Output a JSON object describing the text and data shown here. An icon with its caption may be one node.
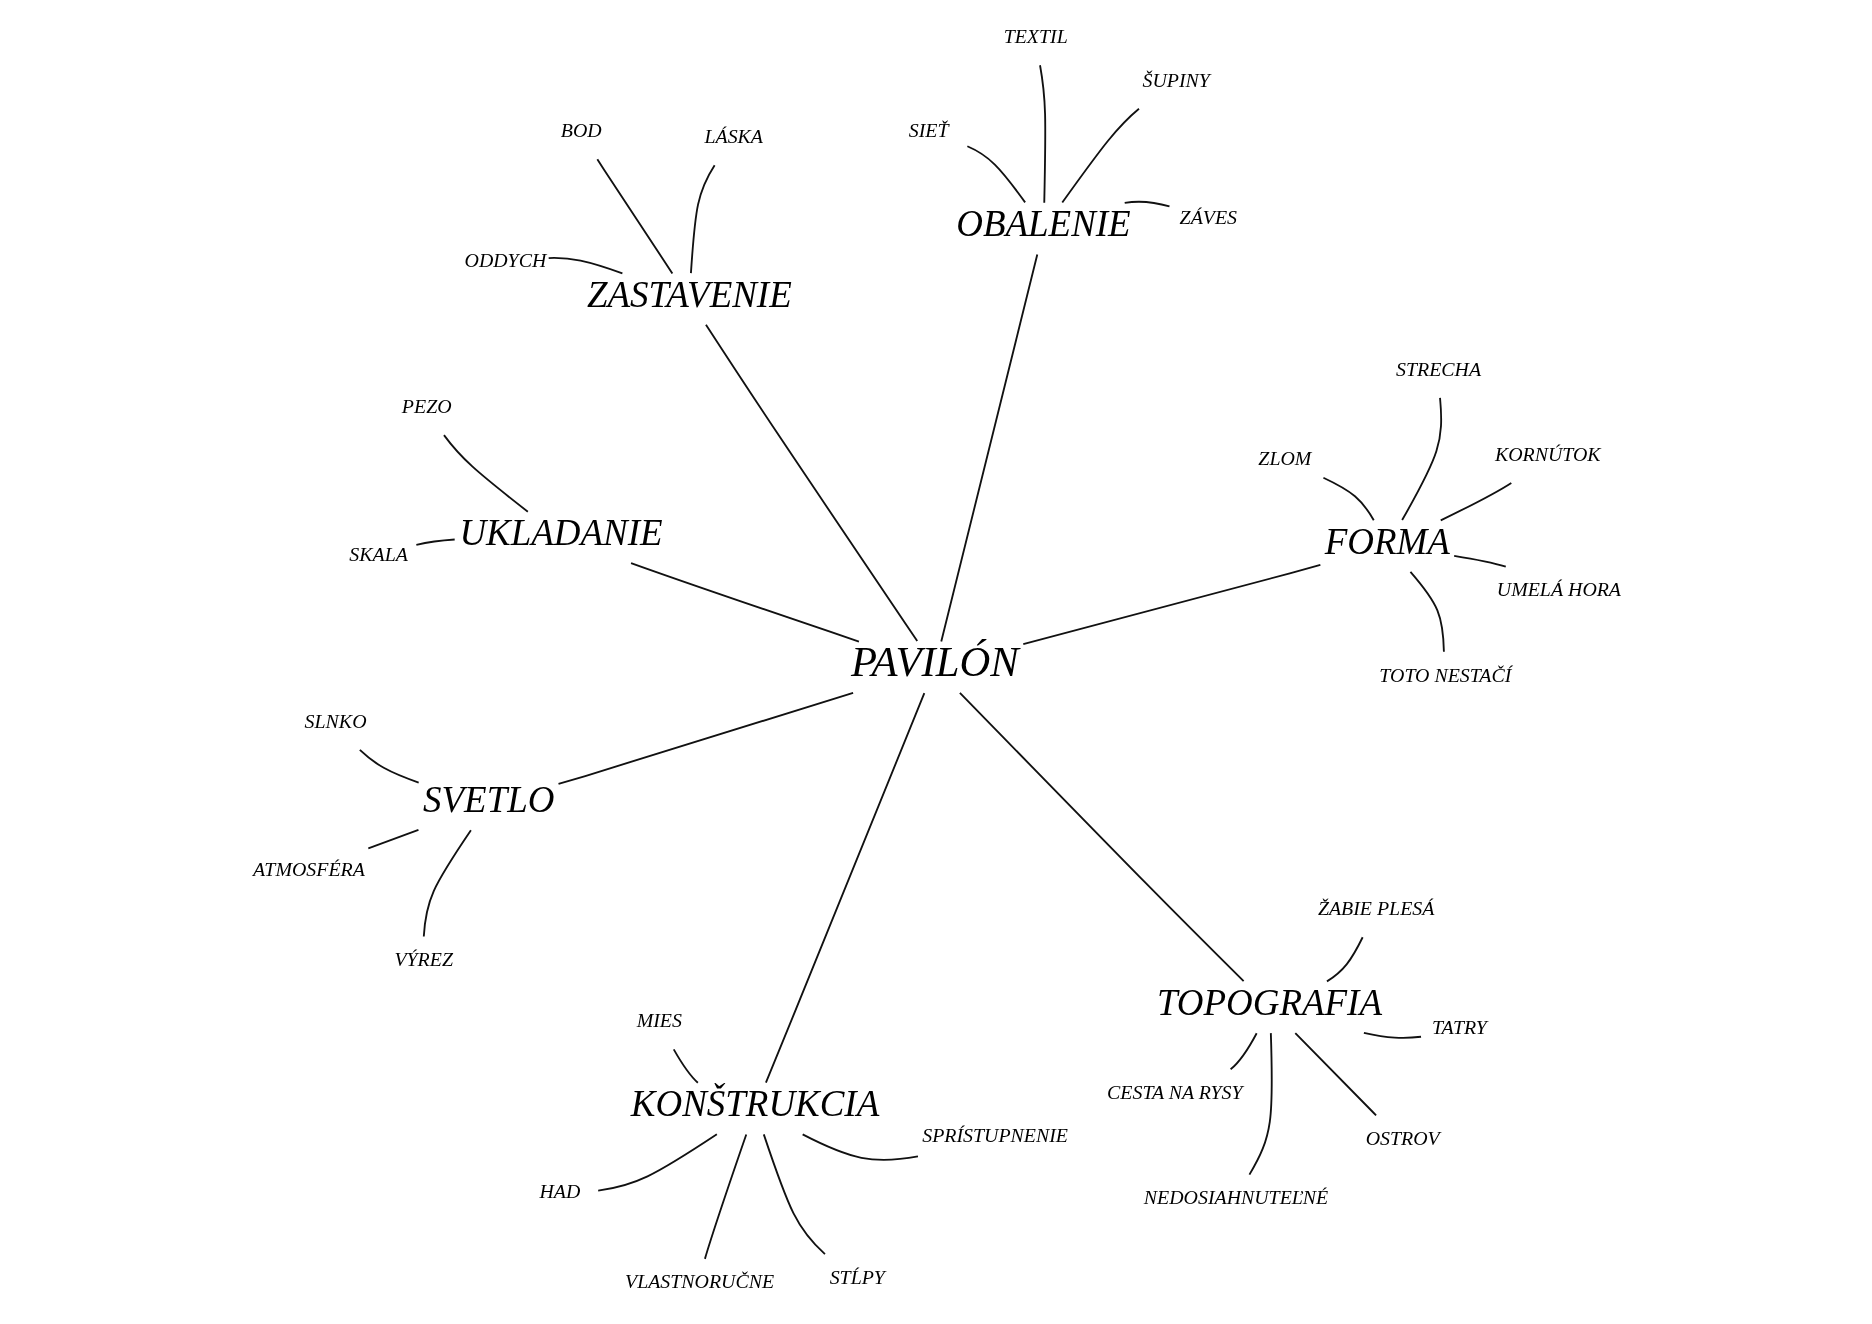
{
  "diagram": {
    "nodes": [
      {
        "text": [
          "ATMOSFÉRA"
        ]
      },
      {
        "text": [
          "ŽABIE PLESÁ"
        ]
      },
      {
        "text": [
          "SVETLO"
        ]
      },
      {
        "text": [
          "TOPOGRAFIA"
        ]
      },
      {
        "text": [
          "VÝREZ"
        ]
      },
      {
        "text": [
          "SLNKO"
        ]
      },
      {
        "text": [
          "CESTA NA RYSY"
        ]
      },
      {
        "text": [
          "TATRY"
        ]
      },
      {
        "text": [
          "NEDOSIAHNUTEĽNÉ"
        ]
      },
      {
        "text": [
          "OSTROV"
        ]
      },
      {
        "text": [
          "ODDYCH"
        ]
      },
      {
        "text": [
          "HAD"
        ]
      },
      {
        "text": [
          "STĹPY"
        ]
      },
      {
        "text": [
          "SPRÍSTUPNENIE"
        ]
      },
      {
        "text": [
          "ZASTAVENIE"
        ]
      },
      {
        "text": [
          "KONŠTRUKCIA"
        ]
      },
      {
        "text": [
          "LÁSKA"
        ]
      },
      {
        "text": [
          "BOD"
        ]
      },
      {
        "text": [
          "MIES"
        ]
      },
      {
        "text": [
          "PAVILÓN"
        ]
      },
      {
        "text": [
          "VLASTNORUČNE"
        ]
      },
      {
        "text": [
          "ZLOM"
        ]
      },
      {
        "text": [
          "STRECHA"
        ]
      },
      {
        "text": [
          "KORNÚTOK"
        ]
      },
      {
        "text": [
          "SIEŤ"
        ]
      },
      {
        "text": [
          "ZÁVES"
        ]
      },
      {
        "text": [
          "FORMA"
        ]
      },
      {
        "text": [
          "OBALENIE"
        ]
      },
      {
        "text": [
          "TOTO NESTAČÍ"
        ]
      },
      {
        "text": [
          "UMELÁ HORA"
        ]
      },
      {
        "text": [
          "TEXTIL"
        ]
      },
      {
        "text": [
          "ŠUPINY"
        ]
      },
      {
        "text": [
          "UKLADANIE"
        ]
      },
      {
        "text": [
          "SKALA"
        ]
      },
      {
        "text": [
          "PEZO"
        ]
      }
    ],
    "edges": [
      {
        "from": 2,
        "to": 0,
        "arrow": "none"
      },
      {
        "from": 2,
        "to": 4,
        "arrow": "none"
      },
      {
        "from": 2,
        "to": 5,
        "arrow": "none"
      },
      {
        "from": 3,
        "to": 1,
        "arrow": "none"
      },
      {
        "from": 3,
        "to": 6,
        "arrow": "none"
      },
      {
        "from": 3,
        "to": 7,
        "arrow": "none"
      },
      {
        "from": 3,
        "to": 8,
        "arrow": "none"
      },
      {
        "from": 3,
        "to": 9,
        "arrow": "none"
      },
      {
        "from": 14,
        "to": 10,
        "arrow": "none"
      },
      {
        "from": 14,
        "to": 16,
        "arrow": "none"
      },
      {
        "from": 14,
        "to": 17,
        "arrow": "none"
      },
      {
        "from": 15,
        "to": 11,
        "arrow": "none"
      },
      {
        "from": 15,
        "to": 12,
        "arrow": "none"
      },
      {
        "from": 15,
        "to": 13,
        "arrow": "none"
      },
      {
        "from": 15,
        "to": 18,
        "arrow": "none"
      },
      {
        "from": 15,
        "to": 20,
        "arrow": "none"
      },
      {
        "from": 19,
        "to": 2,
        "arrow": "none"
      },
      {
        "from": 19,
        "to": 14,
        "arrow": "none"
      },
      {
        "from": 19,
        "to": 15,
        "arrow": "none"
      },
      {
        "from": 19,
        "to": 3,
        "arrow": "none"
      },
      {
        "from": 19,
        "to": 26,
        "arrow": "none"
      },
      {
        "from": 19,
        "to": 27,
        "arrow": "none"
      },
      {
        "from": 19,
        "to": 32,
        "arrow": "none"
      },
      {
        "from": 26,
        "to": 21,
        "arrow": "none"
      },
      {
        "from": 26,
        "to": 22,
        "arrow": "none"
      },
      {
        "from": 26,
        "to": 23,
        "arrow": "none"
      },
      {
        "from": 26,
        "to": 28,
        "arrow": "none"
      },
      {
        "from": 26,
        "to": 29,
        "arrow": "none"
      },
      {
        "from": 27,
        "to": 24,
        "arrow": "none"
      },
      {
        "from": 27,
        "to": 25,
        "arrow": "none"
      },
      {
        "from": 27,
        "to": 30,
        "arrow": "none"
      },
      {
        "from": 27,
        "to": 31,
        "arrow": "none"
      },
      {
        "from": 32,
        "to": 33,
        "arrow": "none"
      },
      {
        "from": 32,
        "to": 34,
        "arrow": "none"
      }
    ]
  }
}
